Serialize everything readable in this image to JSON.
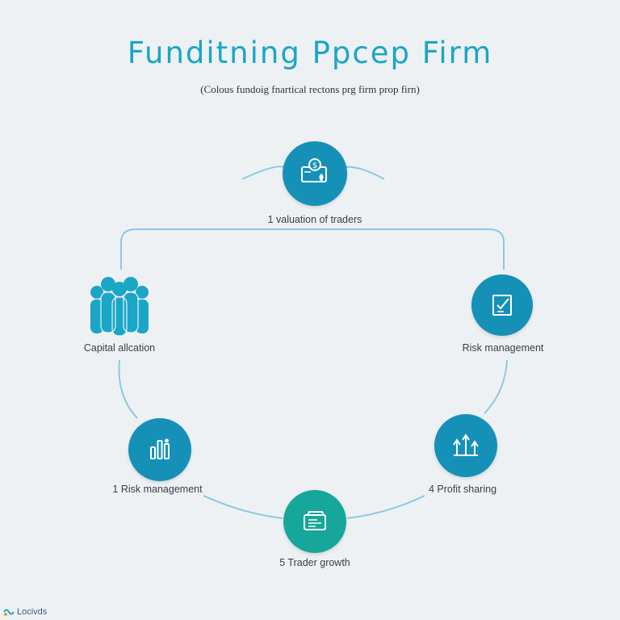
{
  "header": {
    "title": "Funditning Ppcep Firm",
    "subtitle": "(Colous fundoig fnartical rectons prg firm prop firn)"
  },
  "nodes": [
    {
      "label": "1 ⁠valuation of traders",
      "icon": "dollar-card-icon"
    },
    {
      "label": "Risk management",
      "icon": "checklist-icon"
    },
    {
      "label": "4 Profit sharing",
      "icon": "growth-arrows-icon"
    },
    {
      "label": "5 Trader growth",
      "icon": "card-stack-icon"
    },
    {
      "label": "1 Risk management",
      "icon": "bar-chart-icon"
    },
    {
      "label": "Capital allcation",
      "icon": "people-group-icon"
    }
  ],
  "brand": {
    "text": "Locivds",
    "icon": "brand-logo-icon"
  },
  "colors": {
    "title": "#1aa6c6",
    "node_blue": "#1591b8",
    "node_teal": "#16a79a",
    "connector": "#8cc8e0"
  }
}
